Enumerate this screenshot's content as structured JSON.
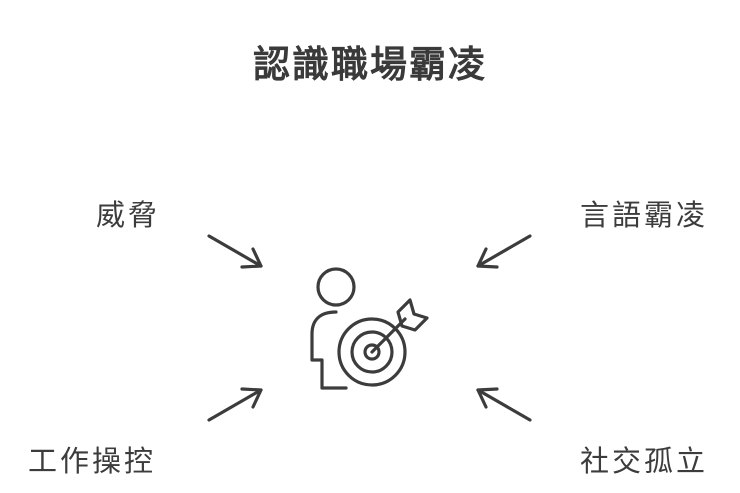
{
  "diagram": {
    "title": "認識職場霸凌",
    "center_icon": "person-with-target-icon",
    "items": [
      {
        "id": "top-left",
        "label": "威脅"
      },
      {
        "id": "top-right",
        "label": "言語霸凌"
      },
      {
        "id": "bottom-left",
        "label": "工作操控"
      },
      {
        "id": "bottom-right",
        "label": "社交孤立"
      }
    ],
    "colors": {
      "stroke": "#3c3c3c",
      "text": "#3c3c3c",
      "background": "#ffffff"
    }
  }
}
